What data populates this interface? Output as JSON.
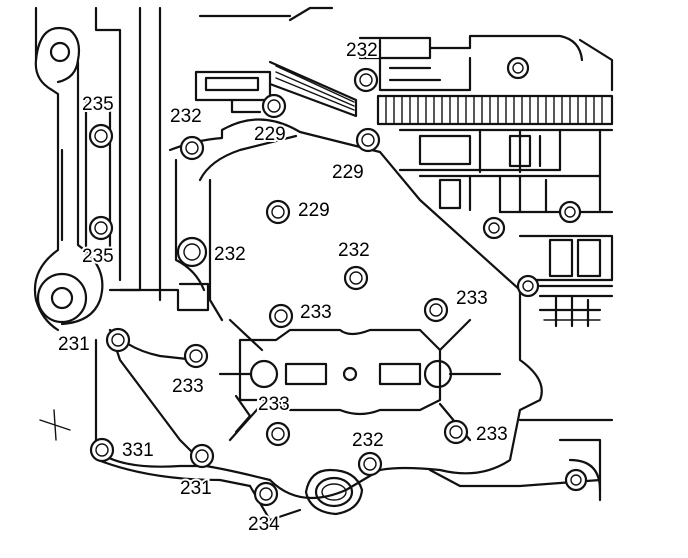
{
  "diagram": {
    "labels": {
      "l232_top": "232",
      "l235_top": "235",
      "l232_left": "232",
      "l229_top": "229",
      "l229_right": "229",
      "l229_mid": "229",
      "l232_mid": "232",
      "l235_bottom": "235",
      "l232_center": "232",
      "l231_left": "231",
      "l233_left": "233",
      "l233_right": "233",
      "l233_lower_left": "233",
      "l233_center": "233",
      "l233_bottom": "233",
      "l331": "331",
      "l232_bottom": "232",
      "l231_bottom": "231",
      "l234": "234"
    }
  }
}
